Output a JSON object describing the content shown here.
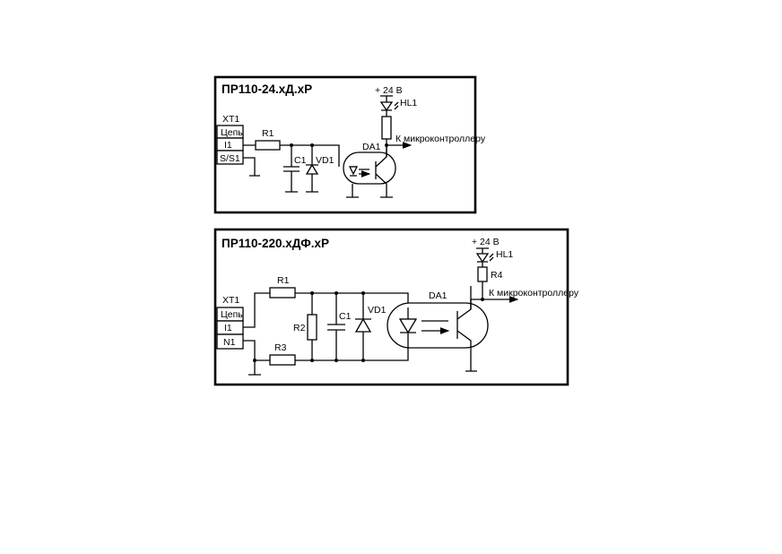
{
  "diagram1": {
    "title": "ПР110-24.хД.хР",
    "supply": "+ 24 В",
    "led": "HL1",
    "output": "К микроконтроллеру",
    "optocoupler": "DA1",
    "connector": "ХТ1",
    "terminals": [
      "Цепь",
      "I1",
      "S/S1"
    ],
    "resistor": "R1",
    "capacitor": "C1",
    "diode": "VD1"
  },
  "diagram2": {
    "title": "ПР110-220.хДФ.хР",
    "supply": "+ 24 В",
    "led": "HL1",
    "output_resistor": "R4",
    "output": "К микроконтроллеру",
    "optocoupler": "DA1",
    "connector": "ХТ1",
    "terminals": [
      "Цепь",
      "I1",
      "N1"
    ],
    "resistor_top": "R1",
    "resistor_mid": "R2",
    "resistor_bottom": "R3",
    "capacitor": "C1",
    "diode": "VD1"
  }
}
